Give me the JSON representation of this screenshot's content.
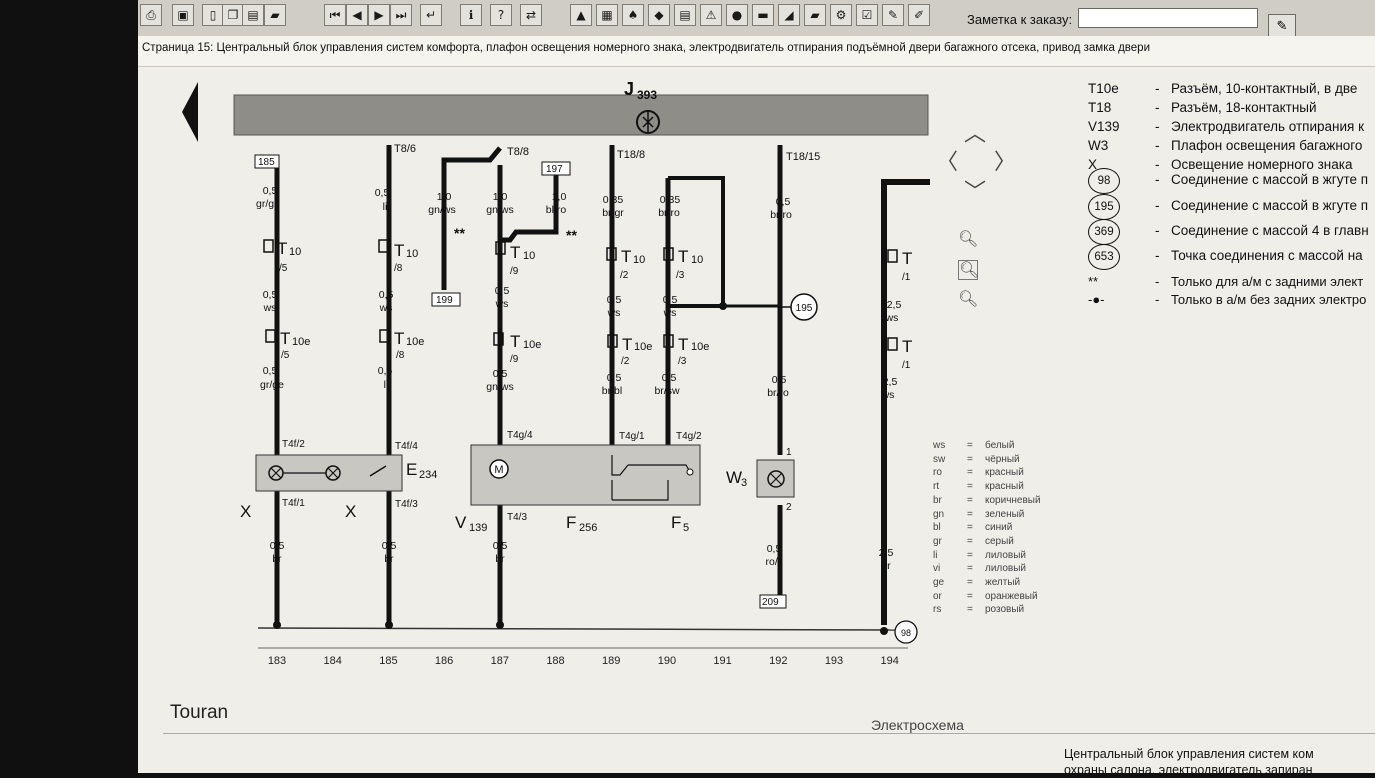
{
  "toolbar": {
    "buttons": [
      {
        "name": "print-preview-button",
        "glyph": "⎙"
      },
      {
        "name": "print-button",
        "glyph": "▣"
      },
      {
        "name": "new-page-button",
        "glyph": "▯"
      },
      {
        "name": "copy-button",
        "glyph": "❐"
      },
      {
        "name": "clipboard-button",
        "glyph": "▤"
      },
      {
        "name": "car-button",
        "glyph": "▰"
      },
      {
        "name": "first-page-button",
        "glyph": "⏮"
      },
      {
        "name": "prev-page-button",
        "glyph": "◀"
      },
      {
        "name": "next-page-button",
        "glyph": "▶"
      },
      {
        "name": "last-page-button",
        "glyph": "⏭"
      },
      {
        "name": "return-button",
        "glyph": "↵"
      },
      {
        "name": "info-button",
        "glyph": "ℹ"
      },
      {
        "name": "help-button",
        "glyph": "?"
      },
      {
        "name": "swap-button",
        "glyph": "⇄"
      },
      {
        "name": "tool-1-button",
        "glyph": "▲"
      },
      {
        "name": "tool-2-button",
        "glyph": "▦"
      },
      {
        "name": "tool-3-button",
        "glyph": "♠"
      },
      {
        "name": "tool-4-button",
        "glyph": "◆"
      },
      {
        "name": "tool-5-button",
        "glyph": "▤"
      },
      {
        "name": "warning-button",
        "glyph": "⚠"
      },
      {
        "name": "tool-7-button",
        "glyph": "●"
      },
      {
        "name": "tool-8-button",
        "glyph": "▬"
      },
      {
        "name": "tool-9-button",
        "glyph": "◢"
      },
      {
        "name": "tool-10-button",
        "glyph": "▰"
      },
      {
        "name": "tool-11-button",
        "glyph": "⚙"
      },
      {
        "name": "tool-12-button",
        "glyph": "☑"
      },
      {
        "name": "tool-13-button",
        "glyph": "✎"
      },
      {
        "name": "tool-14-button",
        "glyph": "✐"
      }
    ],
    "note_label": "Заметка к заказу:",
    "note_value": ""
  },
  "page_title": "Страница 15: Центральный блок управления систем комфорта, плафон освещения номерного знака, электродвигатель отпирания подъёмной двери багажного отсека, привод замка двери",
  "diagram": {
    "module_label": "J",
    "module_sub": "393",
    "pins_top": {
      "t8_6": "T8/6",
      "t8_8": "T8/8",
      "t18_8": "T18/8",
      "t18_15": "T18/15"
    },
    "boxes": {
      "b185": "185",
      "b197": "197",
      "b199": "199",
      "b209": "209"
    },
    "wires": {
      "w183a": "0,5",
      "w183a_c": "gr/ge",
      "w185a": "0,5",
      "w185a_c": "li",
      "w186a": "1,0",
      "w186a_c": "gn/ws",
      "w187a": "1,0",
      "w187a_c": "gn/ws",
      "w188a": "1,0",
      "w188a_c": "bl/ro",
      "w189a": "0,35",
      "w189a_c": "br/gr",
      "w190a": "0,35",
      "w190a_c": "br/ro",
      "w192a": "0,5",
      "w192a_c": "br/ro",
      "w183b": "0,5",
      "w183b_c": "ws",
      "w185b": "0,5",
      "w185b_c": "ws",
      "w187b": "0,5",
      "w187b_c": "ws",
      "w189b": "0,5",
      "w189b_c": "ws",
      "w190b": "0,5",
      "w190b_c": "ws",
      "w194b": "2,5",
      "w194b_c": "ws",
      "w183c": "0,5",
      "w183c_c": "gr/ge",
      "w185c": "0,5",
      "w185c_c": "li",
      "w187c": "0,5",
      "w187c_c": "gn/ws",
      "w189c": "0,5",
      "w189c_c": "br/bl",
      "w190c": "0,5",
      "w190c_c": "br/sw",
      "w192c": "0,5",
      "w192c_c": "br/ro",
      "w194c": "2,5",
      "w194c_c": "ws",
      "w183d": "0,5",
      "w183d_c": "br",
      "w185d": "0,5",
      "w185d_c": "br",
      "w187d": "0,5",
      "w187d_c": "br",
      "w192d": "0,5",
      "w192d_c": "ro/li",
      "w194d": "2,5",
      "w194d_c": "br"
    },
    "connectors": {
      "t10": "T",
      "t10_sub": "10",
      "t10e_sub": "10e",
      "p5": "/5",
      "p8": "/8",
      "p9": "/9",
      "p2": "/2",
      "p3": "/3",
      "p1": "/1",
      "t1": "T"
    },
    "pins_comp": {
      "t4f2": "T4f/2",
      "t4f4": "T4f/4",
      "t4f1": "T4f/1",
      "t4f3": "T4f/3",
      "t4g4": "T4g/4",
      "t4g1": "T4g/1",
      "t4g2": "T4g/2",
      "t43": "T4/3",
      "w3p1": "1",
      "w3p2": "2"
    },
    "components": {
      "e": "E",
      "e_sub": "234",
      "v": "V",
      "v_sub": "139",
      "f256": "F",
      "f256_sub": "256",
      "f5": "F",
      "f5_sub": "5",
      "w3": "W",
      "w3_sub": "3",
      "m": "M",
      "x": "X"
    },
    "star_mark": "**",
    "ground_195": "195",
    "ground_98": "98",
    "columns": [
      "183",
      "184",
      "185",
      "186",
      "187",
      "188",
      "189",
      "190",
      "191",
      "192",
      "193",
      "194"
    ]
  },
  "legend": {
    "rows": [
      {
        "code": "T10e",
        "text": "Разъём, 10-контактный, в две"
      },
      {
        "code": "T18",
        "text": "Разъём, 18-контактный"
      },
      {
        "code": "V139",
        "text": "Электродвигатель отпирания к"
      },
      {
        "code": "W3",
        "text": "Плафон освещения багажного"
      },
      {
        "code": "X",
        "text": "Освещение номерного знака"
      }
    ],
    "grounds": [
      {
        "code": "98",
        "text": "Соединение с массой в жгуте п"
      },
      {
        "code": "195",
        "text": "Соединение с массой в жгуте п"
      },
      {
        "code": "369",
        "text": "Соединение с массой 4 в главн"
      },
      {
        "code": "653",
        "text": "Точка соединения с массой на"
      }
    ],
    "notes": [
      {
        "code": "**",
        "text": "Только для а/м с задними элект"
      },
      {
        "code": "-●-",
        "text": "Только в а/м без задних электро"
      }
    ]
  },
  "color_codes": [
    {
      "code": "ws",
      "name": "белый"
    },
    {
      "code": "sw",
      "name": "чёрный"
    },
    {
      "code": "ro",
      "name": "красный"
    },
    {
      "code": "rt",
      "name": "красный"
    },
    {
      "code": "br",
      "name": "коричневый"
    },
    {
      "code": "gn",
      "name": "зеленый"
    },
    {
      "code": "bl",
      "name": "синий"
    },
    {
      "code": "gr",
      "name": "серый"
    },
    {
      "code": "li",
      "name": "лиловый"
    },
    {
      "code": "vi",
      "name": "лиловый"
    },
    {
      "code": "ge",
      "name": "желтый"
    },
    {
      "code": "or",
      "name": "оранжевый"
    },
    {
      "code": "rs",
      "name": "розовый"
    }
  ],
  "footer": {
    "model": "Touran",
    "type": "Электросхема",
    "desc_line1": "Центральный блок управления систем ком",
    "desc_line2": "охраны салона, электродвигатель запиран"
  }
}
